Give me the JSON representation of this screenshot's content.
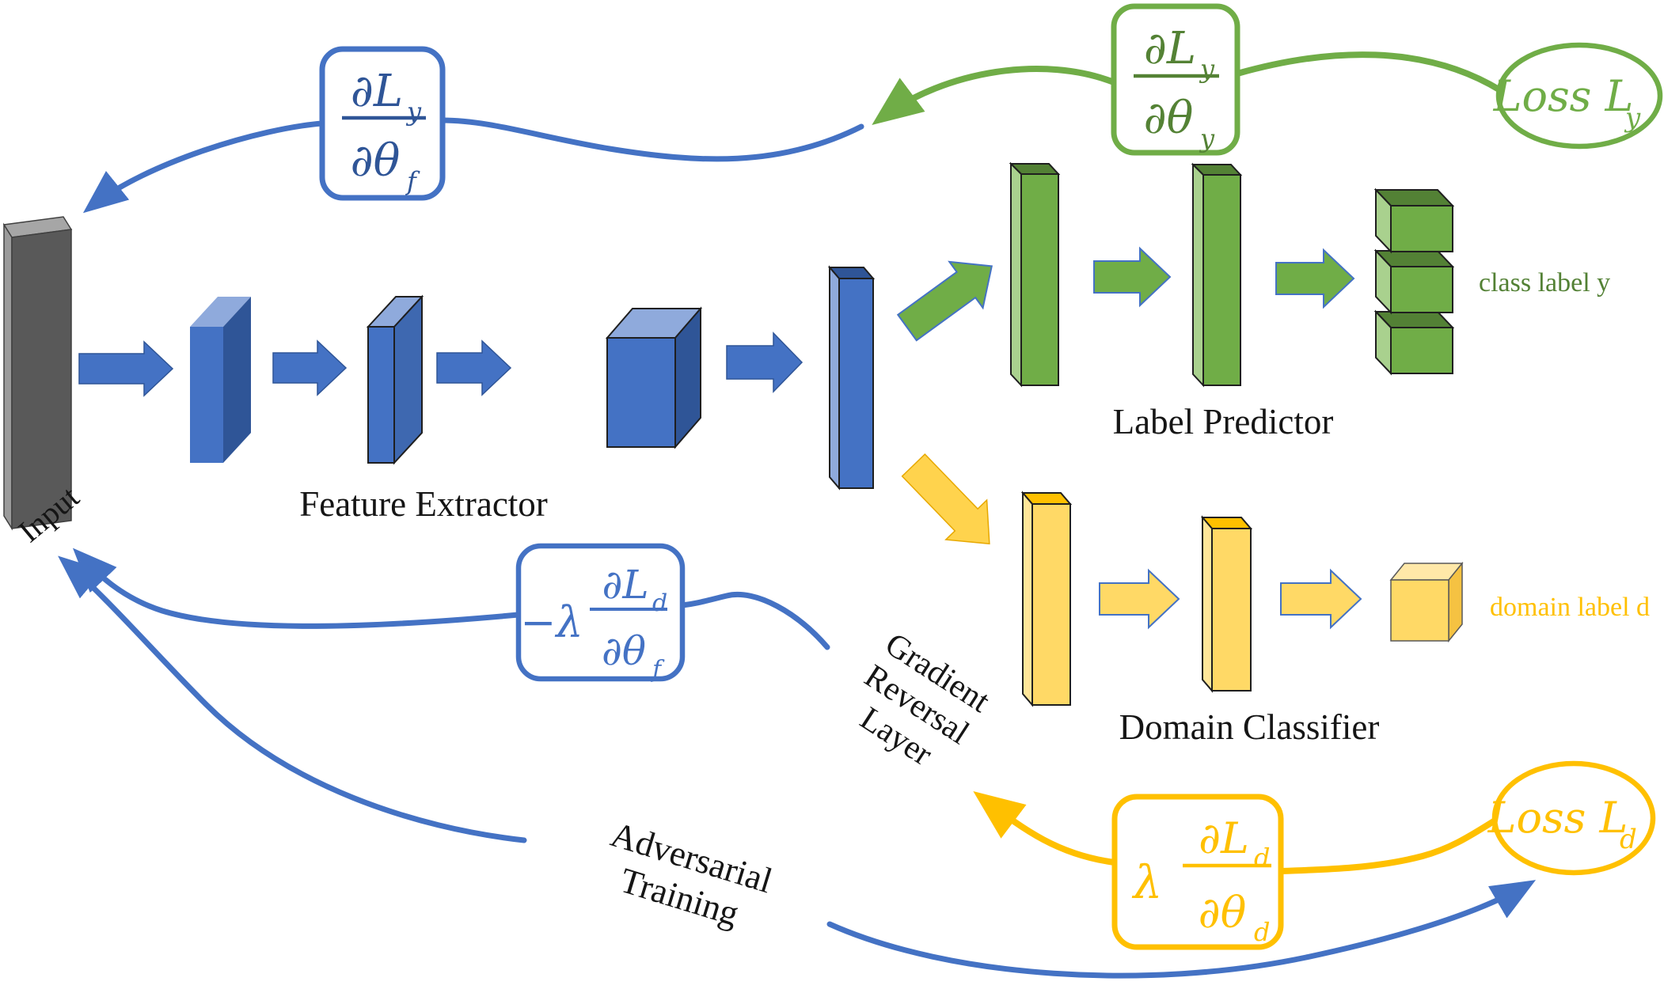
{
  "labels": {
    "input": "Input",
    "feature_extractor": "Feature Extractor",
    "label_predictor": "Label Predictor",
    "domain_classifier": "Domain Classifier",
    "class_label": "class label y",
    "domain_label": "domain label d",
    "gradient_reversal_lines": [
      "Gradient",
      "Reversal",
      "Layer"
    ],
    "adversarial_lines": [
      "Adversarial",
      "Training"
    ]
  },
  "losses": {
    "label_loss": {
      "text": "Loss L",
      "sub": "y"
    },
    "domain_loss": {
      "text": "Loss L",
      "sub": "d"
    }
  },
  "formulas": {
    "backprop_label_to_feature": {
      "num": "∂L",
      "num_sub": "y",
      "den": "∂θ",
      "den_sub": "f"
    },
    "backprop_label": {
      "num": "∂L",
      "num_sub": "y",
      "den": "∂θ",
      "den_sub": "y"
    },
    "backprop_domain_to_feature": {
      "prefix": "−λ",
      "num": "∂L",
      "num_sub": "d",
      "den": "∂θ",
      "den_sub": "f"
    },
    "backprop_domain": {
      "prefix": "λ",
      "num": "∂L",
      "num_sub": "d",
      "den": "∂θ",
      "den_sub": "d"
    }
  },
  "colors": {
    "blue": "#4472C4",
    "blue_dark": "#2F5597",
    "blue_light": "#8FAADC",
    "green": "#70AD47",
    "green_dark": "#538135",
    "green_light": "#A9D18E",
    "yellow": "#FFC000",
    "yellow_mid": "#FFD966",
    "yellow_light": "#FFE699",
    "gray_front": "#595959"
  }
}
